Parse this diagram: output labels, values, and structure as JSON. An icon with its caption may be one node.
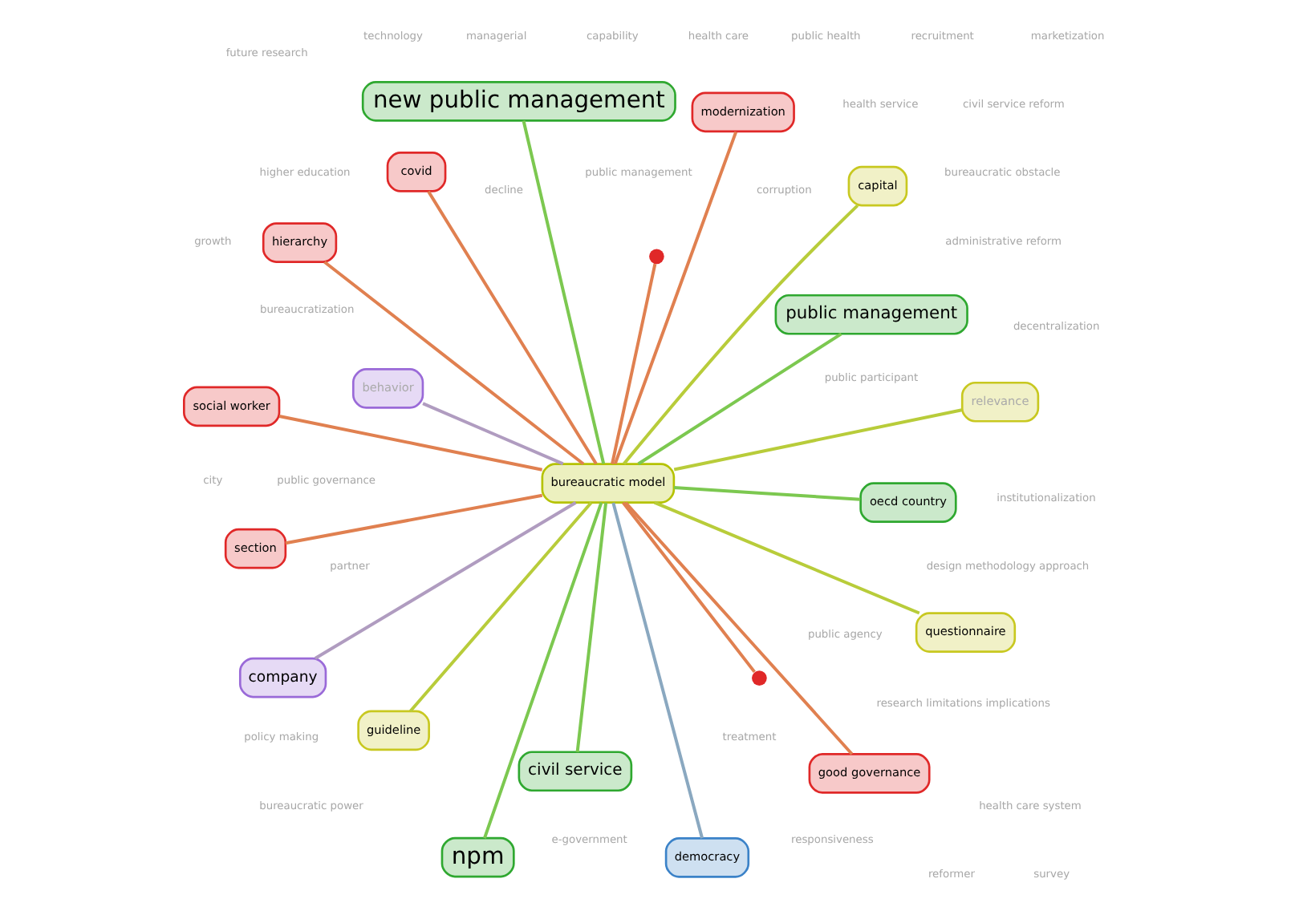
{
  "diagram": {
    "nodes": [
      {
        "text": [
          "bureaucratic model"
        ]
      },
      {
        "text": [
          "oecd country"
        ]
      },
      {
        "text": [
          "npm"
        ]
      },
      {
        "text": [
          "new public management"
        ]
      },
      {
        "text": [
          "public management"
        ]
      },
      {
        "text": [
          "behavior"
        ]
      },
      {
        "text": [
          "company"
        ]
      },
      {
        "text": [
          "questionnaire"
        ]
      },
      {
        "text": [
          "guideline"
        ]
      },
      {
        "text": [
          "democracy"
        ]
      },
      {
        "text": [
          "civil service"
        ]
      },
      {
        "text": [
          "section"
        ]
      },
      {
        "text": [
          "relevance"
        ]
      },
      {
        "text": [
          "capital"
        ]
      },
      {
        "text": [
          "modernization"
        ]
      },
      {
        "text": [],
        "shape": "circle"
      },
      {
        "text": [
          "good governance"
        ]
      },
      {
        "text": [
          "hierarchy"
        ]
      },
      {
        "text": [
          "social worker"
        ]
      },
      {
        "text": [
          "covid"
        ]
      },
      {
        "text": [],
        "shape": "circle"
      }
    ],
    "edges": [
      {
        "from": 0,
        "to": 1,
        "arrow": "none",
        "color": "#7cc850"
      },
      {
        "from": 0,
        "to": 2,
        "arrow": "none",
        "color": "#7cc850"
      },
      {
        "from": 0,
        "to": 3,
        "arrow": "none",
        "color": "#7cc850"
      },
      {
        "from": 0,
        "to": 4,
        "arrow": "none",
        "color": "#7cc850"
      },
      {
        "from": 0,
        "to": 5,
        "arrow": "none",
        "color": "#b09cc0"
      },
      {
        "from": 0,
        "to": 6,
        "arrow": "none",
        "color": "#b09cc0"
      },
      {
        "from": 0,
        "to": 7,
        "arrow": "none",
        "color": "#b8cc3a"
      },
      {
        "from": 0,
        "to": 8,
        "arrow": "none",
        "color": "#b8cc3a"
      },
      {
        "from": 0,
        "to": 9,
        "arrow": "none",
        "color": "#8aa8c0"
      },
      {
        "from": 0,
        "to": 10,
        "arrow": "none",
        "color": "#7cc850"
      },
      {
        "from": 0,
        "to": 11,
        "arrow": "none"
      },
      {
        "from": 0,
        "to": 12,
        "arrow": "none",
        "color": "#b8cc3a"
      },
      {
        "from": 0,
        "to": 13,
        "arrow": "none",
        "color": "#b8cc3a"
      },
      {
        "from": 0,
        "to": 14,
        "arrow": "none"
      },
      {
        "from": 0,
        "to": 15,
        "arrow": "none"
      },
      {
        "from": 0,
        "to": 16,
        "arrow": "none"
      },
      {
        "from": 0,
        "to": 17,
        "arrow": "none"
      },
      {
        "from": 0,
        "to": 18,
        "arrow": "none"
      },
      {
        "from": 0,
        "to": 19,
        "arrow": "none"
      },
      {
        "from": 0,
        "to": 20,
        "arrow": "none"
      }
    ],
    "labels": [
      "civil service reform",
      "decline",
      "reformer",
      "public governance",
      "partner",
      "recruitment",
      "corruption",
      "public participant",
      "public health",
      "treatment",
      "responsiveness",
      "health care system",
      "decentralization",
      "health care",
      "survey",
      "capability",
      "bureaucratic power",
      "public management",
      "administrative reform",
      "public agency",
      "future research",
      "health service",
      "policy making",
      "e-government",
      "growth",
      "managerial",
      "research limitations implications",
      "city",
      "design methodology approach",
      "institutionalization",
      "technology",
      "higher education",
      "marketization",
      "bureaucratization",
      "bureaucratic obstacle"
    ]
  }
}
